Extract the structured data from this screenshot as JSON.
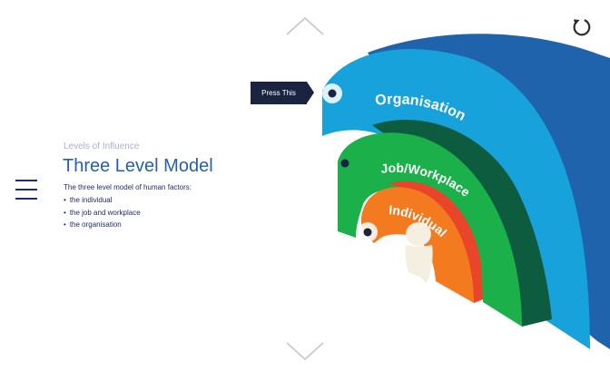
{
  "slide": {
    "subtitle": "Levels of Influence",
    "title": "Three Level Model",
    "intro": "The three level model of human factors:",
    "bullets": [
      "the individual",
      "the job and workplace",
      "the organisation"
    ]
  },
  "diagram": {
    "levels": [
      {
        "label": "Organisation",
        "color": "#18a2dc",
        "side_color": "#1f63ad"
      },
      {
        "label": "Job/Workplace",
        "color": "#1bb04a",
        "side_color": "#0d5c3f"
      },
      {
        "label": "Individual",
        "color": "#f47a20",
        "side_color": "#e8452a"
      }
    ],
    "callout": "Press This"
  },
  "icons": {
    "menu": "hamburger-menu-icon",
    "up": "chevron-up-icon",
    "down": "chevron-down-icon",
    "reset": "reset-icon",
    "person": "person-icon"
  }
}
